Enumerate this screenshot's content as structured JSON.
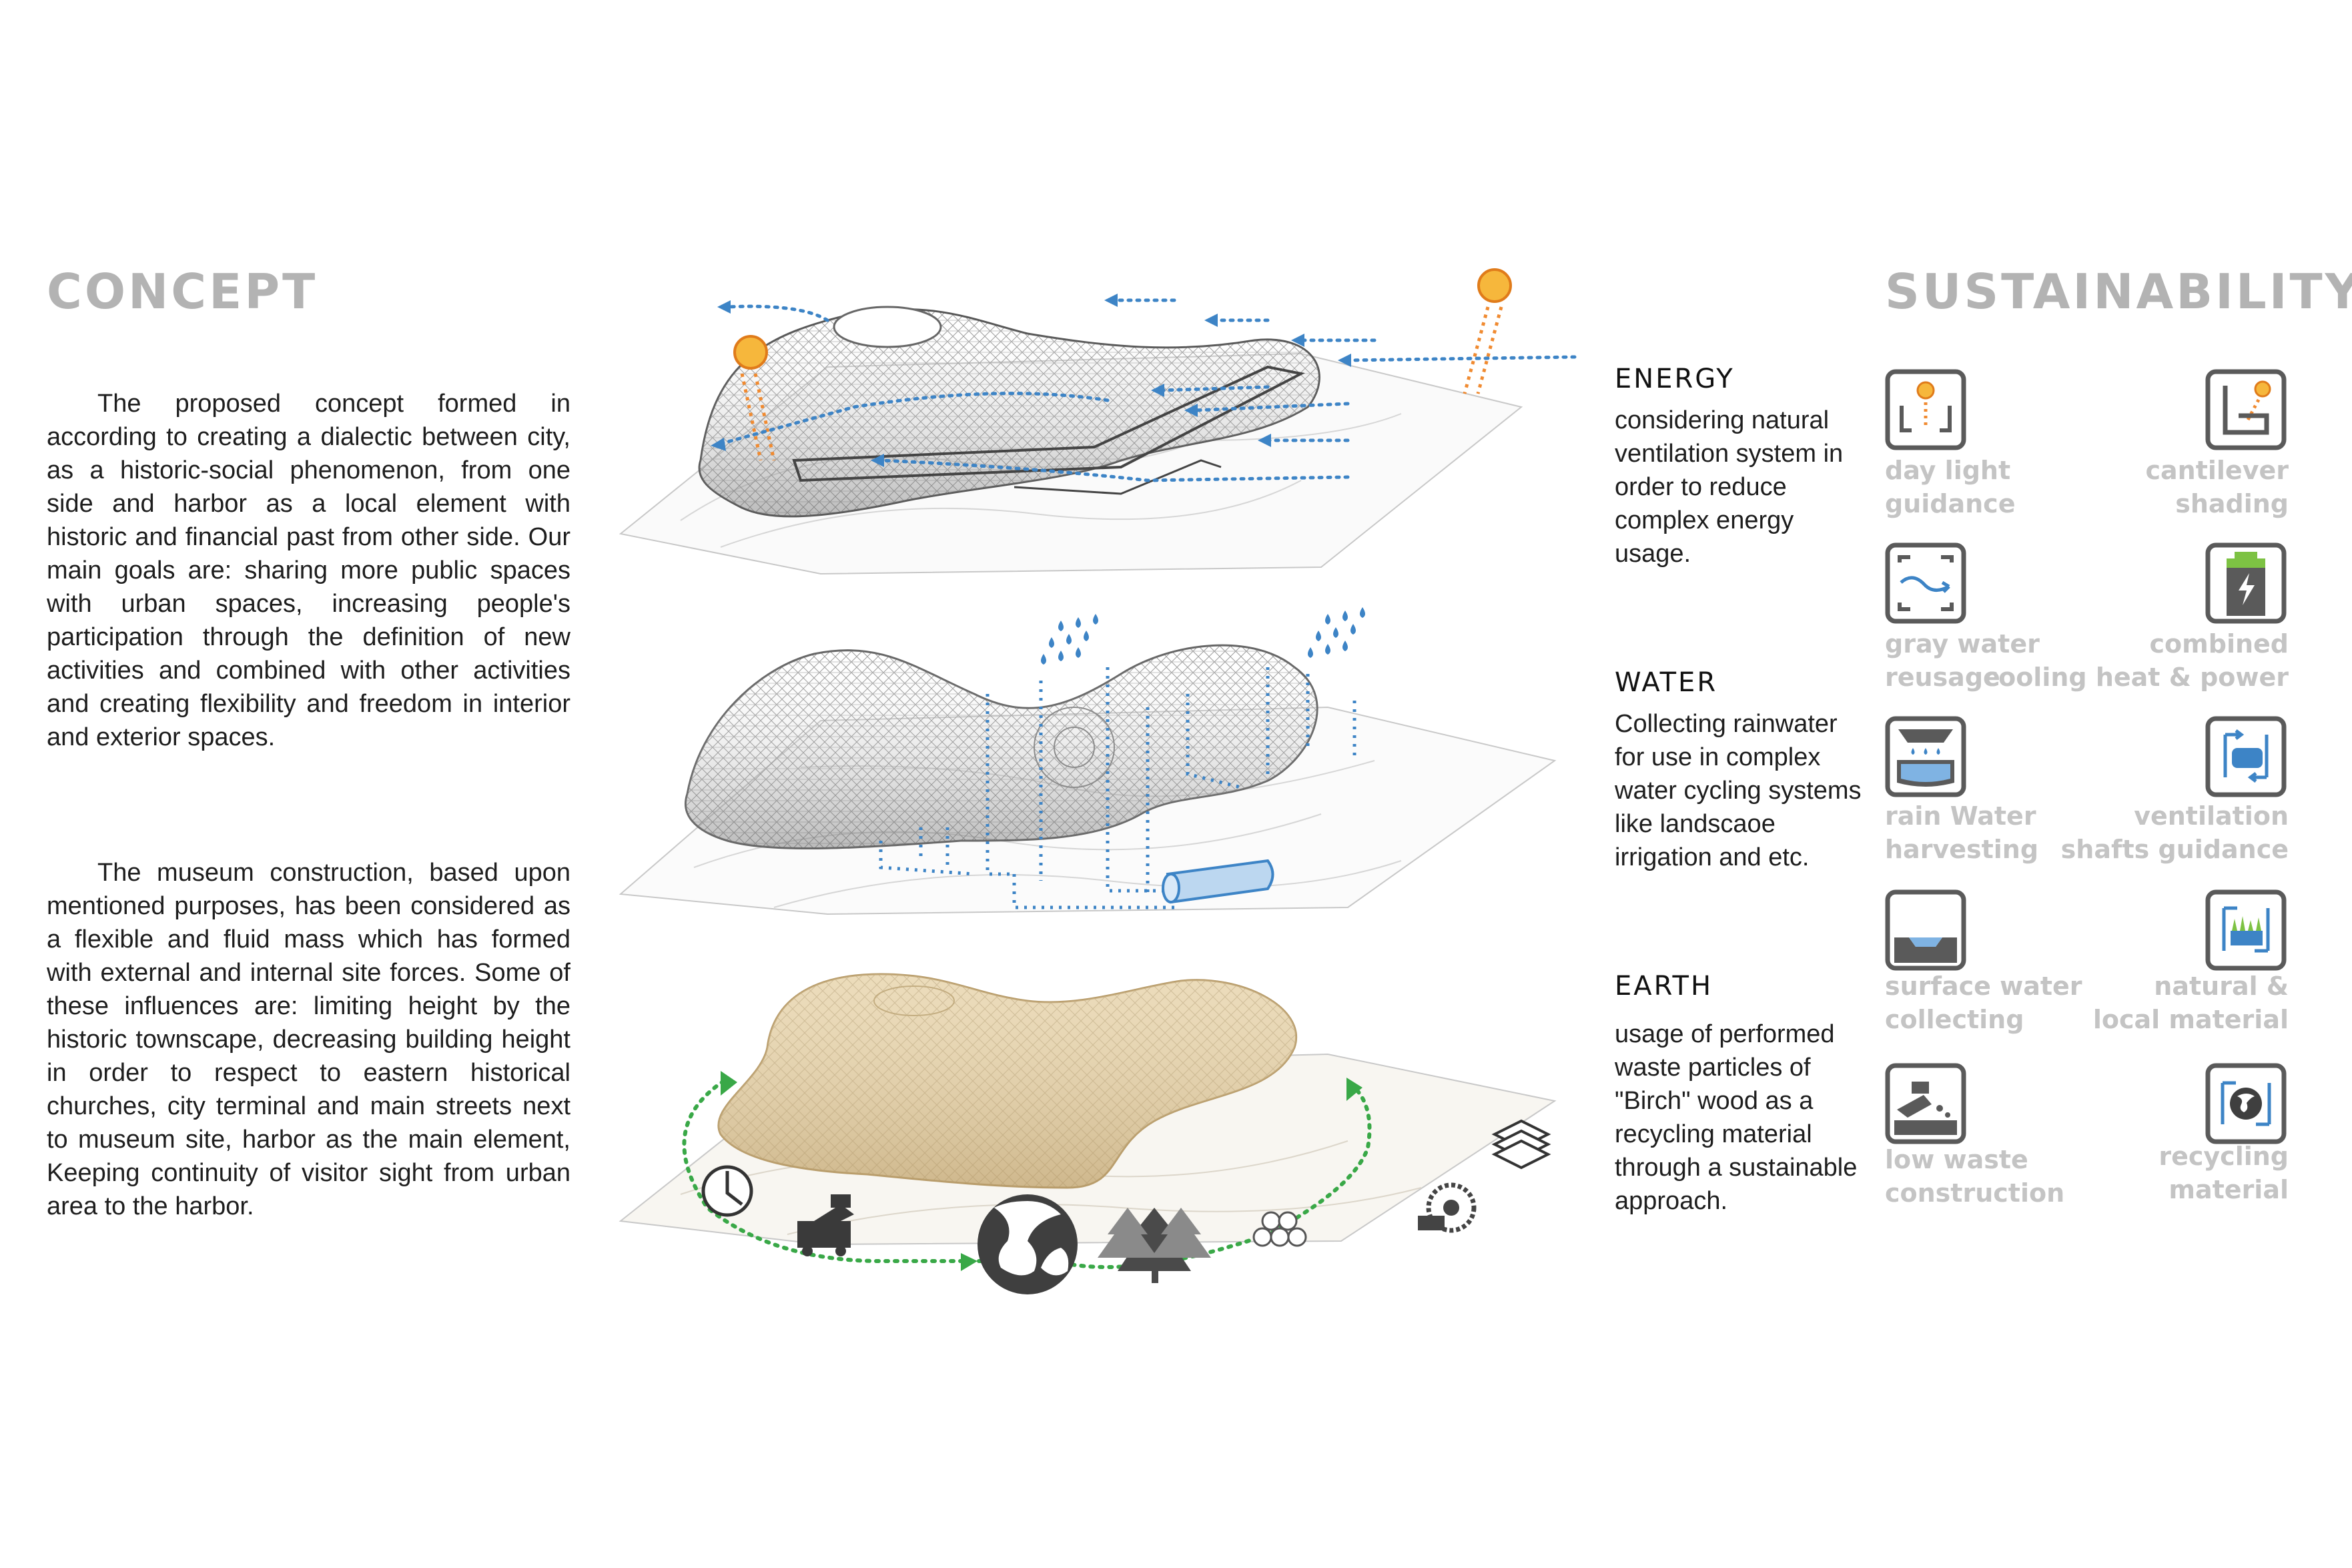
{
  "concept": {
    "heading": "CONCEPT",
    "paragraph1": "The proposed concept formed in according to creating a dialectic between city, as a historic-social phenomenon, from one side and harbor as a local element with historic and financial past from other side. Our main goals are: sharing more public spaces with urban spaces, increasing people's participation through the definition of new activities and combined with other activities and creating flexibility and freedom in interior and exterior spaces.",
    "paragraph2": "The museum construction, based upon mentioned purposes, has been considered as a flexible and fluid mass which has formed with external and internal site forces. Some of these influences are: limiting height by the historic townscape, decreasing building height in order to respect to eastern historical churches, city terminal and main streets next to museum site, harbor as the main element, Keeping continuity of visitor sight from urban area to the harbor."
  },
  "sections": [
    {
      "title": "ENERGY",
      "lines": [
        "considering natural",
        "ventilation system in",
        "order to reduce",
        "complex energy",
        "usage."
      ]
    },
    {
      "title": "WATER",
      "lines": [
        "Collecting  rainwater",
        "for use in complex",
        "water cycling systems",
        "like landscaoe",
        "irrigation and etc."
      ]
    },
    {
      "title": "EARTH",
      "lines": [
        "usage of performed",
        "waste particles of",
        "\"Birch\" wood as a",
        "recycling material",
        "through a sustainable",
        "approach."
      ]
    }
  ],
  "sustainability": {
    "heading": "SUSTAINABILITY",
    "items": [
      {
        "icon": "daylight-icon",
        "line1": "day light",
        "line2": "guidance"
      },
      {
        "icon": "cantilever-shading-icon",
        "line1": "cantilever",
        "line2": "shading"
      },
      {
        "icon": "gray-water-icon",
        "line1": "gray water",
        "line2": "reusage"
      },
      {
        "icon": "battery-icon",
        "line1": "combined",
        "line2": "cooling heat & power"
      },
      {
        "icon": "rain-harvest-icon",
        "line1": "rain Water",
        "line2": "harvesting"
      },
      {
        "icon": "ventilation-shaft-icon",
        "line1": "ventilation",
        "line2": "shafts guidance"
      },
      {
        "icon": "surface-water-icon",
        "line1": "surface water",
        "line2": "collecting"
      },
      {
        "icon": "natural-material-icon",
        "line1": "natural &",
        "line2": "local material"
      },
      {
        "icon": "low-waste-icon",
        "line1": "low waste",
        "line2": "construction"
      },
      {
        "icon": "recycling-globe-icon",
        "line1": "recycling",
        "line2": "material"
      }
    ]
  },
  "colors": {
    "heading_gray": "#b3b3b3",
    "label_gray": "#c4c4c4",
    "icon_gray": "#5a5a5a",
    "accent_blue": "#3d84c6",
    "sun_orange": "#f2a23a",
    "cycle_green": "#39a847",
    "wood_beige": "#e6d7b6"
  }
}
